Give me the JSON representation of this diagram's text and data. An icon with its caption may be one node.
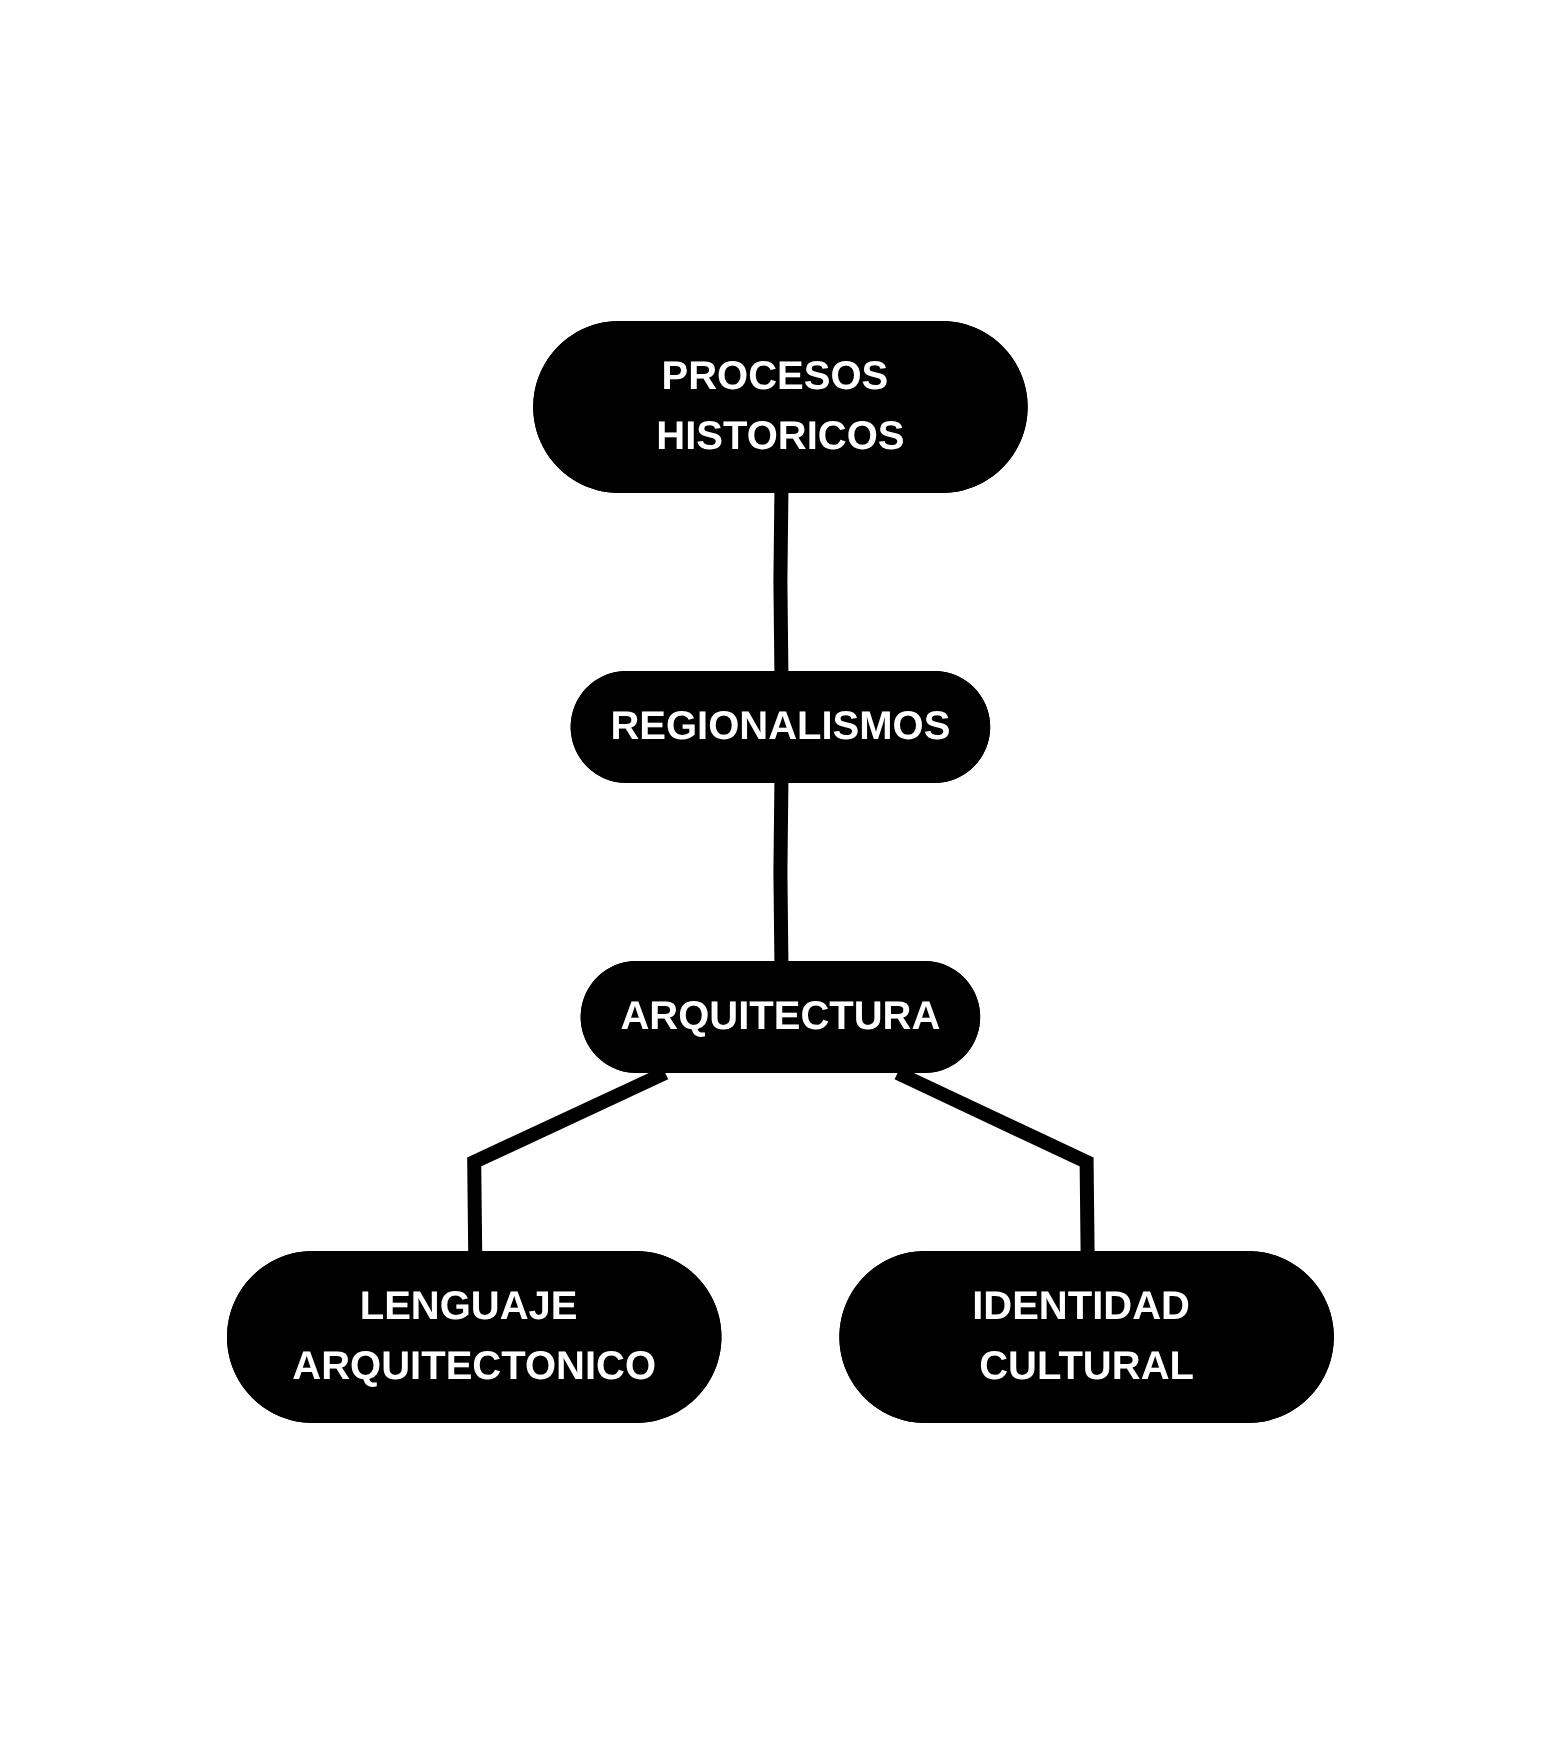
{
  "diagram": {
    "nodes": [
      {
        "text": [
          "PROCESOS HISTORICOS"
        ]
      },
      {
        "text": [
          "REGIONALISMOS"
        ]
      },
      {
        "text": [
          "ARQUITECTURA"
        ]
      },
      {
        "text": [
          "LENGUAJE ARQUITECTONICO"
        ]
      },
      {
        "text": [
          "IDENTIDAD CULTURAL"
        ]
      }
    ],
    "edges": [
      {
        "from": 0,
        "to": 1,
        "arrow": "none"
      },
      {
        "from": 1,
        "to": 2,
        "arrow": "none"
      },
      {
        "from": 2,
        "to": 3,
        "arrow": "none"
      },
      {
        "from": 2,
        "to": 4,
        "arrow": "none"
      }
    ]
  }
}
